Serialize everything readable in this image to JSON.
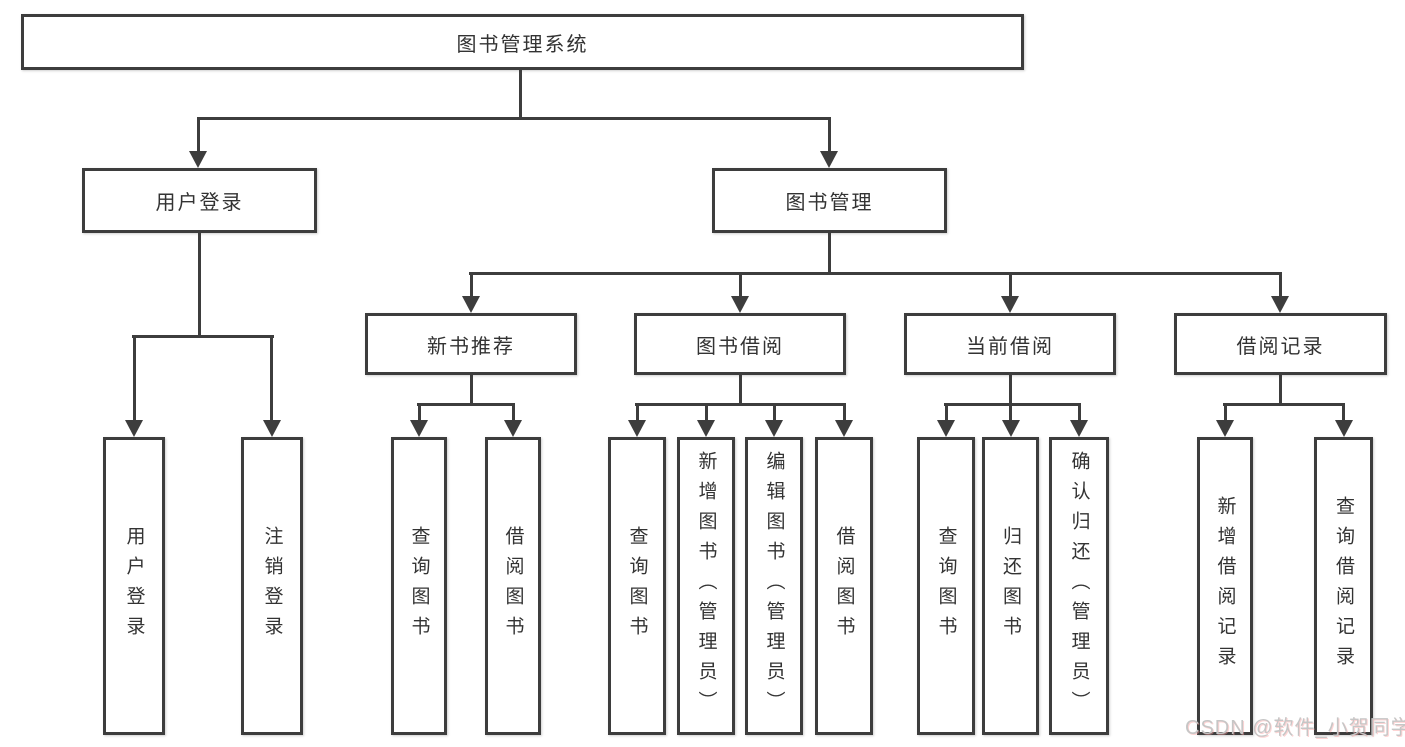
{
  "tree": {
    "root": {
      "label": "图书管理系统"
    },
    "branches": [
      {
        "label": "用户登录",
        "children": [
          {
            "label": "用户登录"
          },
          {
            "label": "注销登录"
          }
        ]
      },
      {
        "label": "图书管理",
        "children": [
          {
            "label": "新书推荐",
            "children": [
              {
                "label": "查询图书"
              },
              {
                "label": "借阅图书"
              }
            ]
          },
          {
            "label": "图书借阅",
            "children": [
              {
                "label": "查询图书"
              },
              {
                "label": "新增图书（管理员）"
              },
              {
                "label": "编辑图书（管理员）"
              },
              {
                "label": "借阅图书"
              }
            ]
          },
          {
            "label": "当前借阅",
            "children": [
              {
                "label": "查询图书"
              },
              {
                "label": "归还图书"
              },
              {
                "label": "确认归还（管理员）"
              }
            ]
          },
          {
            "label": "借阅记录",
            "children": [
              {
                "label": "新增借阅记录"
              },
              {
                "label": "查询借阅记录"
              }
            ]
          }
        ]
      }
    ]
  },
  "watermark": {
    "text": "CSDN @软件_小贺同学"
  },
  "colors": {
    "line": "#3d3d3d",
    "text": "#333333",
    "background": "#ffffff",
    "watermark": "#c6c6c6"
  }
}
